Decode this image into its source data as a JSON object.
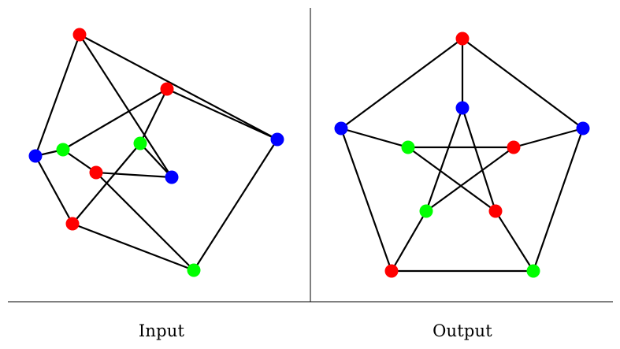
{
  "captions": {
    "left": "Input",
    "right": "Output"
  },
  "colors": {
    "red": "#ff0000",
    "blue": "#0000ff",
    "green": "#00ff00",
    "line": "#000000"
  },
  "graph": {
    "vertices": [
      {
        "id": "outer-top",
        "color": "red"
      },
      {
        "id": "outer-left",
        "color": "blue"
      },
      {
        "id": "outer-right",
        "color": "blue"
      },
      {
        "id": "outer-bottom-left",
        "color": "red"
      },
      {
        "id": "outer-bottom-right",
        "color": "green"
      },
      {
        "id": "inner-top",
        "color": "blue"
      },
      {
        "id": "inner-left",
        "color": "green"
      },
      {
        "id": "inner-right",
        "color": "red"
      },
      {
        "id": "inner-bottom-left",
        "color": "green"
      },
      {
        "id": "inner-bottom-right",
        "color": "red"
      }
    ],
    "edges": [
      [
        "outer-top",
        "outer-left"
      ],
      [
        "outer-top",
        "outer-right"
      ],
      [
        "outer-left",
        "outer-bottom-left"
      ],
      [
        "outer-right",
        "outer-bottom-right"
      ],
      [
        "outer-bottom-left",
        "outer-bottom-right"
      ],
      [
        "outer-top",
        "inner-top"
      ],
      [
        "outer-left",
        "inner-left"
      ],
      [
        "outer-right",
        "inner-right"
      ],
      [
        "outer-bottom-left",
        "inner-bottom-left"
      ],
      [
        "outer-bottom-right",
        "inner-bottom-right"
      ],
      [
        "inner-top",
        "inner-bottom-left"
      ],
      [
        "inner-top",
        "inner-bottom-right"
      ],
      [
        "inner-left",
        "inner-right"
      ],
      [
        "inner-left",
        "inner-bottom-right"
      ],
      [
        "inner-right",
        "inner-bottom-left"
      ]
    ]
  }
}
